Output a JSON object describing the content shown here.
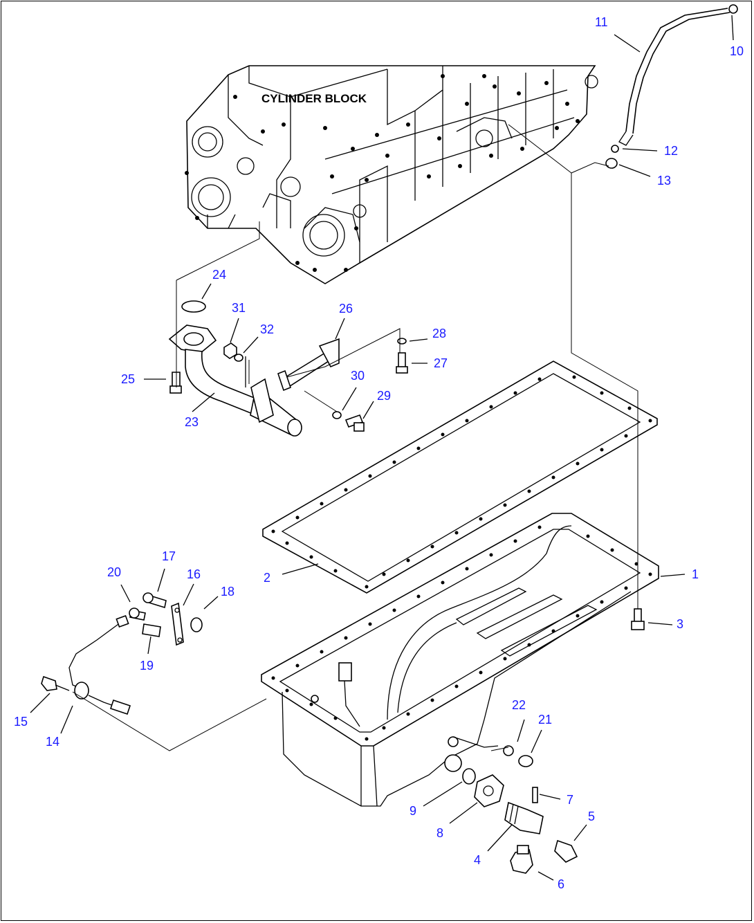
{
  "diagram": {
    "block_label": "CYLINDER BLOCK",
    "callouts": [
      "1",
      "2",
      "3",
      "4",
      "5",
      "6",
      "7",
      "8",
      "9",
      "10",
      "11",
      "12",
      "13",
      "14",
      "15",
      "16",
      "17",
      "18",
      "19",
      "20",
      "21",
      "22",
      "23",
      "24",
      "25",
      "26",
      "27",
      "28",
      "29",
      "30",
      "31",
      "32"
    ]
  }
}
